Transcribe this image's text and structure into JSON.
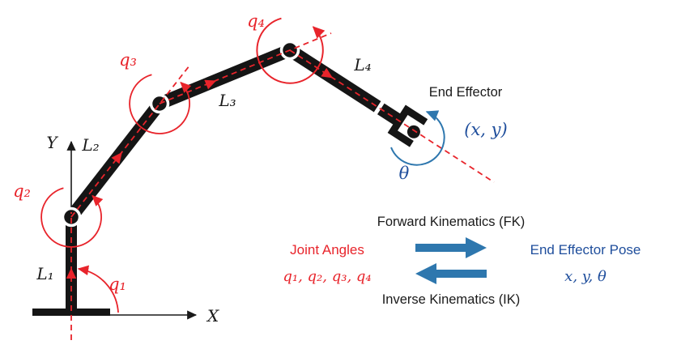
{
  "axes": {
    "x": "X",
    "y": "Y"
  },
  "links": {
    "l1": "L₁",
    "l2": "L₂",
    "l3": "L₃",
    "l4": "L₄"
  },
  "joint_angles": {
    "q1": "q₁",
    "q2": "q₂",
    "q3": "q₃",
    "q4": "q₄"
  },
  "end_effector": {
    "label": "End Effector",
    "position": "(x, y)",
    "orientation": "θ"
  },
  "legend": {
    "forward": "Forward Kinematics (FK)",
    "inverse": "Inverse Kinematics (IK)",
    "input_title": "Joint Angles",
    "input_values": "q₁, q₂, q₃, q₄",
    "output_title": "End Effector Pose",
    "output_values": "x, y, θ"
  },
  "colors": {
    "red": "#e8242b",
    "navy": "#1f4e9c",
    "steel_blue": "#2e77ae",
    "black": "#1a1a1a"
  }
}
